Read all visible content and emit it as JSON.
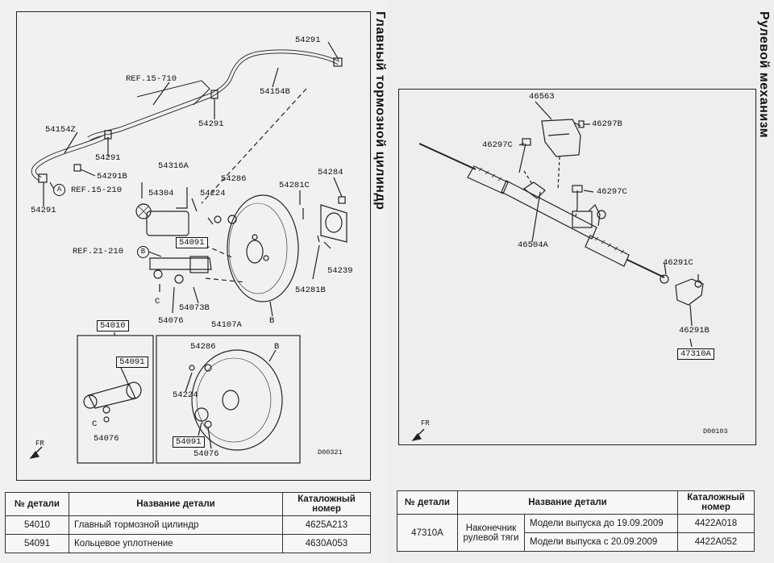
{
  "left": {
    "title": "Главный тормозной цилиндр",
    "labels": {
      "l54291a": "54291",
      "l54154b": "54154B",
      "lref15710": "REF.15-710",
      "l54291b": "54291",
      "l54154z": "54154Z",
      "l54291c": "54291",
      "l54291bb": "54291B",
      "lref15210": "REF.15-210",
      "l54291d": "54291",
      "l54316a": "54316A",
      "l54304": "54304",
      "l54224": "54224",
      "l54286": "54286",
      "l54281c": "54281C",
      "l54284": "54284",
      "lref21210": "REF.21-210",
      "l54091": "54091",
      "l54239": "54239",
      "l54281b": "54281B",
      "lc": "C",
      "l54073b": "54073B",
      "lb1": "B",
      "l54076": "54076",
      "l54010": "54010",
      "l54107a": "54107A",
      "lin54091": "54091",
      "lin54286": "54286",
      "linb": "B",
      "lin54224": "54224",
      "linc": "C",
      "lin54076": "54076",
      "lin54091b": "54091",
      "lin54076b": "54076",
      "circ_a": "A",
      "circ_b": "B",
      "fr": "FR",
      "code": "D00321"
    },
    "table": {
      "headers": [
        "№ детали",
        "Название детали",
        "Каталожный номер"
      ],
      "rows": [
        [
          "54010",
          "Главный тормозной цилиндр",
          "4625A213"
        ],
        [
          "54091",
          "Кольцевое уплотнение",
          "4630A053"
        ]
      ]
    }
  },
  "right": {
    "title": "Рулевой механизм",
    "labels": {
      "l46563": "46563",
      "l46297b": "46297B",
      "l46297c": "46297C",
      "l46297c2": "46297C",
      "l46504a": "46504A",
      "l46291c": "46291C",
      "l46291b": "46291B",
      "l47310a": "47310A",
      "fr": "FR",
      "code": "D00103"
    },
    "table": {
      "headers": [
        "№ детали",
        "Название детали",
        "Каталожный номер"
      ],
      "part_no": "47310A",
      "part_name": "Наконечник рулевой тяги",
      "rows": [
        [
          "Модели выпуска до 19.09.2009",
          "4422A018"
        ],
        [
          "Модели выпуска с 20.09.2009",
          "4422A052"
        ]
      ]
    }
  }
}
